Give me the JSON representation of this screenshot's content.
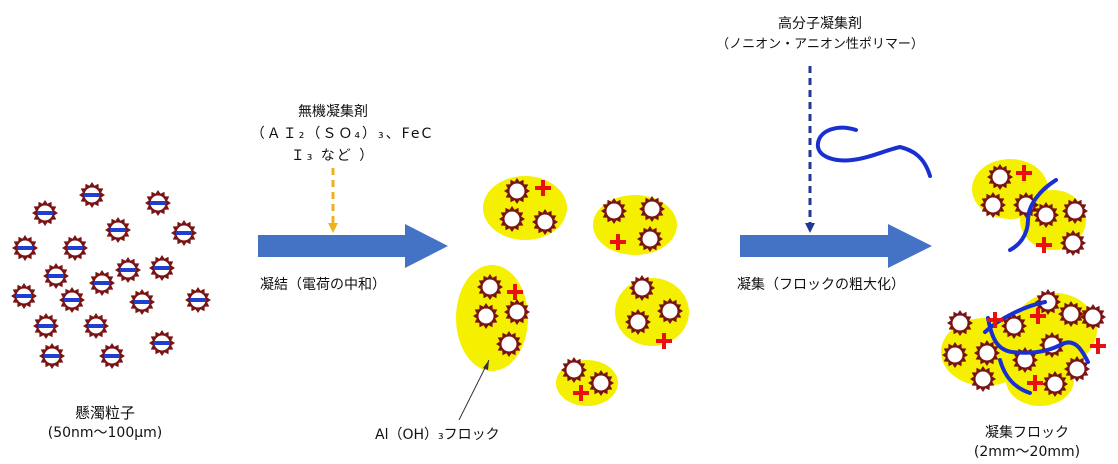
{
  "suspended": {
    "title": "懸濁粒子",
    "size": "(50nm～100μm)"
  },
  "coagulant": {
    "title": "無機凝集剤",
    "formula_line1": "（ＡＩ₂（ＳＯ₄）₃、FeC",
    "formula_line2": "Ｉ₃ など ）"
  },
  "coagulation_label": "凝結（電荷の中和）",
  "flocculant": {
    "title": "高分子凝集剤",
    "type": "（ノニオン・アニオン性ポリマー）"
  },
  "flocculation_label": "凝集（フロックの粗大化）",
  "hydroxide_floc_label": "Al（OH）₃フロック",
  "aggregated": {
    "title": "凝集フロック",
    "size": "(2mm～20mm)"
  },
  "colors": {
    "particle_fill": "#7a1414",
    "negative_bar": "#1f3fd0",
    "positive_mark": "#e81010",
    "floc_halo": "#f5f000",
    "arrow_fill": "#4472c4",
    "coagulant_arrow": "#f0b020",
    "flocculant_arrow": "#1f3a93",
    "polymer": "#1a2fd0"
  }
}
